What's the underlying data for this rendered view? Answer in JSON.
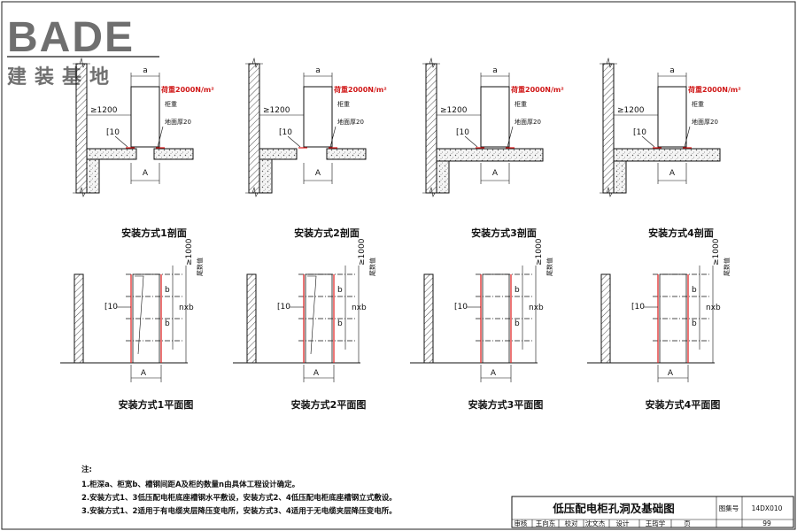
{
  "logo": {
    "big": "BADE",
    "small": "建装基地"
  },
  "sections": [
    {
      "caption": "安装方式1剖面",
      "dim_top": "a",
      "load": "荷重2000N/m²",
      "cabinet": "柜重",
      "clearance": "≥1200",
      "floor": "地面厚20",
      "channel": "[10",
      "dim_bottom": "A"
    },
    {
      "caption": "安装方式2剖面",
      "dim_top": "a",
      "load": "荷重2000N/m²",
      "cabinet": "柜重",
      "clearance": "≥1200",
      "floor": "地面厚20",
      "channel": "[10",
      "dim_bottom": "A"
    },
    {
      "caption": "安装方式3剖面",
      "dim_top": "a",
      "load": "荷重2000N/m²",
      "cabinet": "柜重",
      "clearance": "≥1200",
      "floor": "地面厚20",
      "channel": "[10",
      "dim_bottom": "A"
    },
    {
      "caption": "安装方式4剖面",
      "dim_top": "a",
      "load": "荷重2000N/m²",
      "cabinet": "柜重",
      "clearance": "≥1200",
      "floor": "地面厚20",
      "channel": "[10",
      "dim_bottom": "A"
    }
  ],
  "plans": [
    {
      "caption": "安装方式1平面图",
      "clearance": "≥1000",
      "spare": "尾数值",
      "channel": "[10",
      "b": "b",
      "nb": "nxb",
      "dim_bottom": "A"
    },
    {
      "caption": "安装方式2平面图",
      "clearance": "≥1000",
      "spare": "尾数值",
      "channel": "[10",
      "b": "b",
      "nb": "nxb",
      "dim_bottom": "A"
    },
    {
      "caption": "安装方式3平面图",
      "clearance": "≥1000",
      "spare": "尾数值",
      "channel": "[10",
      "b": "b",
      "nb": "nxb",
      "dim_bottom": "A"
    },
    {
      "caption": "安装方式4平面图",
      "clearance": "≥1000",
      "spare": "尾数值",
      "channel": "[10",
      "b": "b",
      "nb": "nxb",
      "dim_bottom": "A"
    }
  ],
  "notes": {
    "heading": "注:",
    "lines": [
      "1.柜深a、柜宽b、槽钢间距A及柜的数量n由具体工程设计确定。",
      "2.安装方式1、3低压配电柜底座槽钢水平敷设，安装方式2、4低压配电柜底座槽钢立式敷设。",
      "3.安装方式1、2适用于有电缆夹层降压变电所，安装方式3、4适用于无电缆夹层降压变电所。"
    ]
  },
  "title_block": {
    "title": "低压配电柜孔洞及基础图",
    "atlas_label": "图集号",
    "atlas_no": "14DX010",
    "row": [
      "审核",
      "王向东",
      "校对",
      "沈文杰",
      "设计",
      "王筠学",
      "页",
      "99"
    ]
  }
}
